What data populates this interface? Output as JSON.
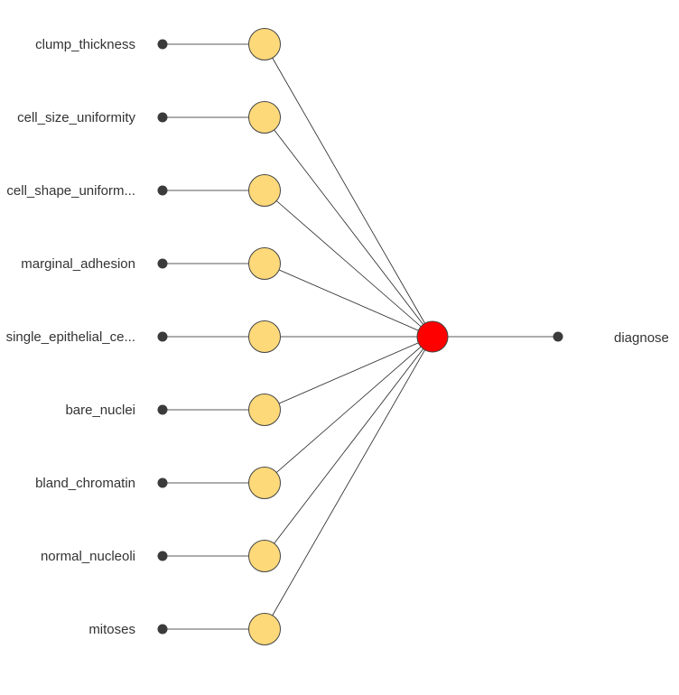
{
  "network": {
    "inputs": [
      {
        "label": "clump_thickness"
      },
      {
        "label": "cell_size_uniformity"
      },
      {
        "label": "cell_shape_uniform..."
      },
      {
        "label": "marginal_adhesion"
      },
      {
        "label": "single_epithelial_ce..."
      },
      {
        "label": "bare_nuclei"
      },
      {
        "label": "bland_chromatin"
      },
      {
        "label": "normal_nucleoli"
      },
      {
        "label": "mitoses"
      }
    ],
    "output": {
      "label": "diagnose"
    },
    "colors": {
      "input_dot": "#3b3b3b",
      "hidden_node": "#fdd97a",
      "output_node": "#ff0000",
      "edge": "#222222",
      "label": "#333333"
    }
  }
}
